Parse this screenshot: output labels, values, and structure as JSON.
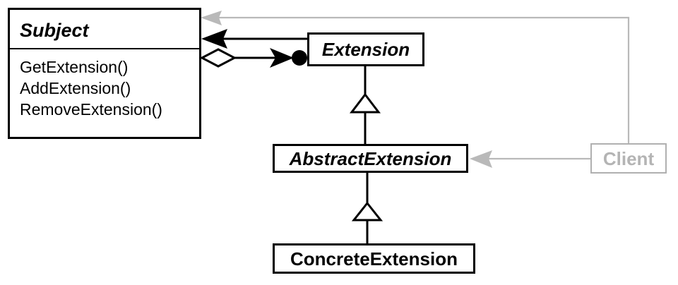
{
  "diagram": {
    "title": "Extension Objects Pattern Class Diagram",
    "type": "uml-class-diagram",
    "colors": {
      "stroke": "#000000",
      "fill": "#ffffff",
      "client_stroke": "#b0b0b0",
      "client_text": "#b4b4b4"
    },
    "classes": {
      "subject": {
        "name": "Subject",
        "stereotype": "abstract",
        "operations": [
          "GetExtension()",
          "AddExtension()",
          "RemoveExtension()"
        ]
      },
      "extension": {
        "name": "Extension",
        "stereotype": "abstract",
        "operations": []
      },
      "abstract_extension": {
        "name": "AbstractExtension",
        "stereotype": "abstract",
        "operations": []
      },
      "concrete_extension": {
        "name": "ConcreteExtension",
        "stereotype": "concrete",
        "operations": []
      },
      "client": {
        "name": "Client",
        "stereotype": "actor",
        "operations": []
      }
    },
    "relationships": [
      {
        "id": "subject-aggregates-extension",
        "kind": "aggregation",
        "from": "Subject",
        "to": "Extension",
        "source_decoration": "hollow-diamond",
        "target_decoration": "filled-ball-arrow"
      },
      {
        "id": "extension-knows-subject",
        "kind": "association",
        "from": "Extension",
        "to": "Subject",
        "source_decoration": "none",
        "target_decoration": "filled-arrow"
      },
      {
        "id": "abstractextension-inherits-extension",
        "kind": "generalization",
        "from": "AbstractExtension",
        "to": "Extension",
        "target_decoration": "hollow-triangle"
      },
      {
        "id": "concreteextension-inherits-abstractextension",
        "kind": "generalization",
        "from": "ConcreteExtension",
        "to": "AbstractExtension",
        "target_decoration": "hollow-triangle"
      },
      {
        "id": "client-uses-abstractextension",
        "kind": "dependency",
        "from": "Client",
        "to": "AbstractExtension",
        "target_decoration": "gray-arrow"
      },
      {
        "id": "client-uses-subject",
        "kind": "dependency",
        "from": "Client",
        "to": "Subject",
        "target_decoration": "gray-arrow"
      }
    ]
  }
}
